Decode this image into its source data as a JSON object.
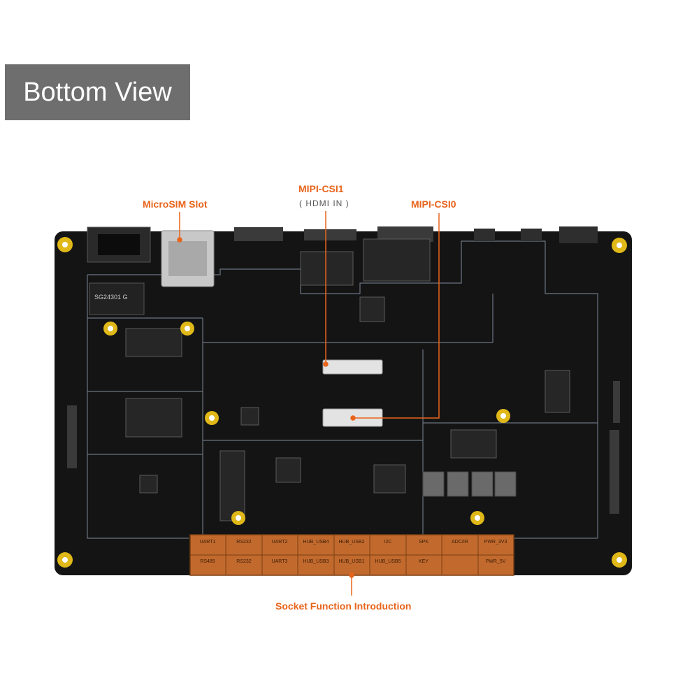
{
  "title": "Bottom View",
  "callouts": {
    "microsim": "MicroSIM Slot",
    "mipi_csi1": "MIPI-CSI1",
    "mipi_csi1_sub": "( HDMI IN )",
    "mipi_csi0": "MIPI-CSI0",
    "socket": "Socket Function Introduction"
  },
  "board_marking": "SG24301 G",
  "socket_labels": {
    "top_row": [
      "UART1",
      "RS232",
      "UART2",
      "HUB_USB4",
      "HUB_USB2",
      "I2C",
      "SPK",
      "ADC/IR",
      "PWR_3V3"
    ],
    "bottom_row": [
      "RS485",
      "RS232",
      "UART3",
      "HUB_USB3",
      "HUB_USB1",
      "HUB_USB5",
      "KEY",
      "",
      "PWR_5V"
    ]
  },
  "colors": {
    "accent": "#e8641b",
    "board": "#141414",
    "title_box": "#6e6e6e",
    "mounting_hole": "#e0b818"
  }
}
